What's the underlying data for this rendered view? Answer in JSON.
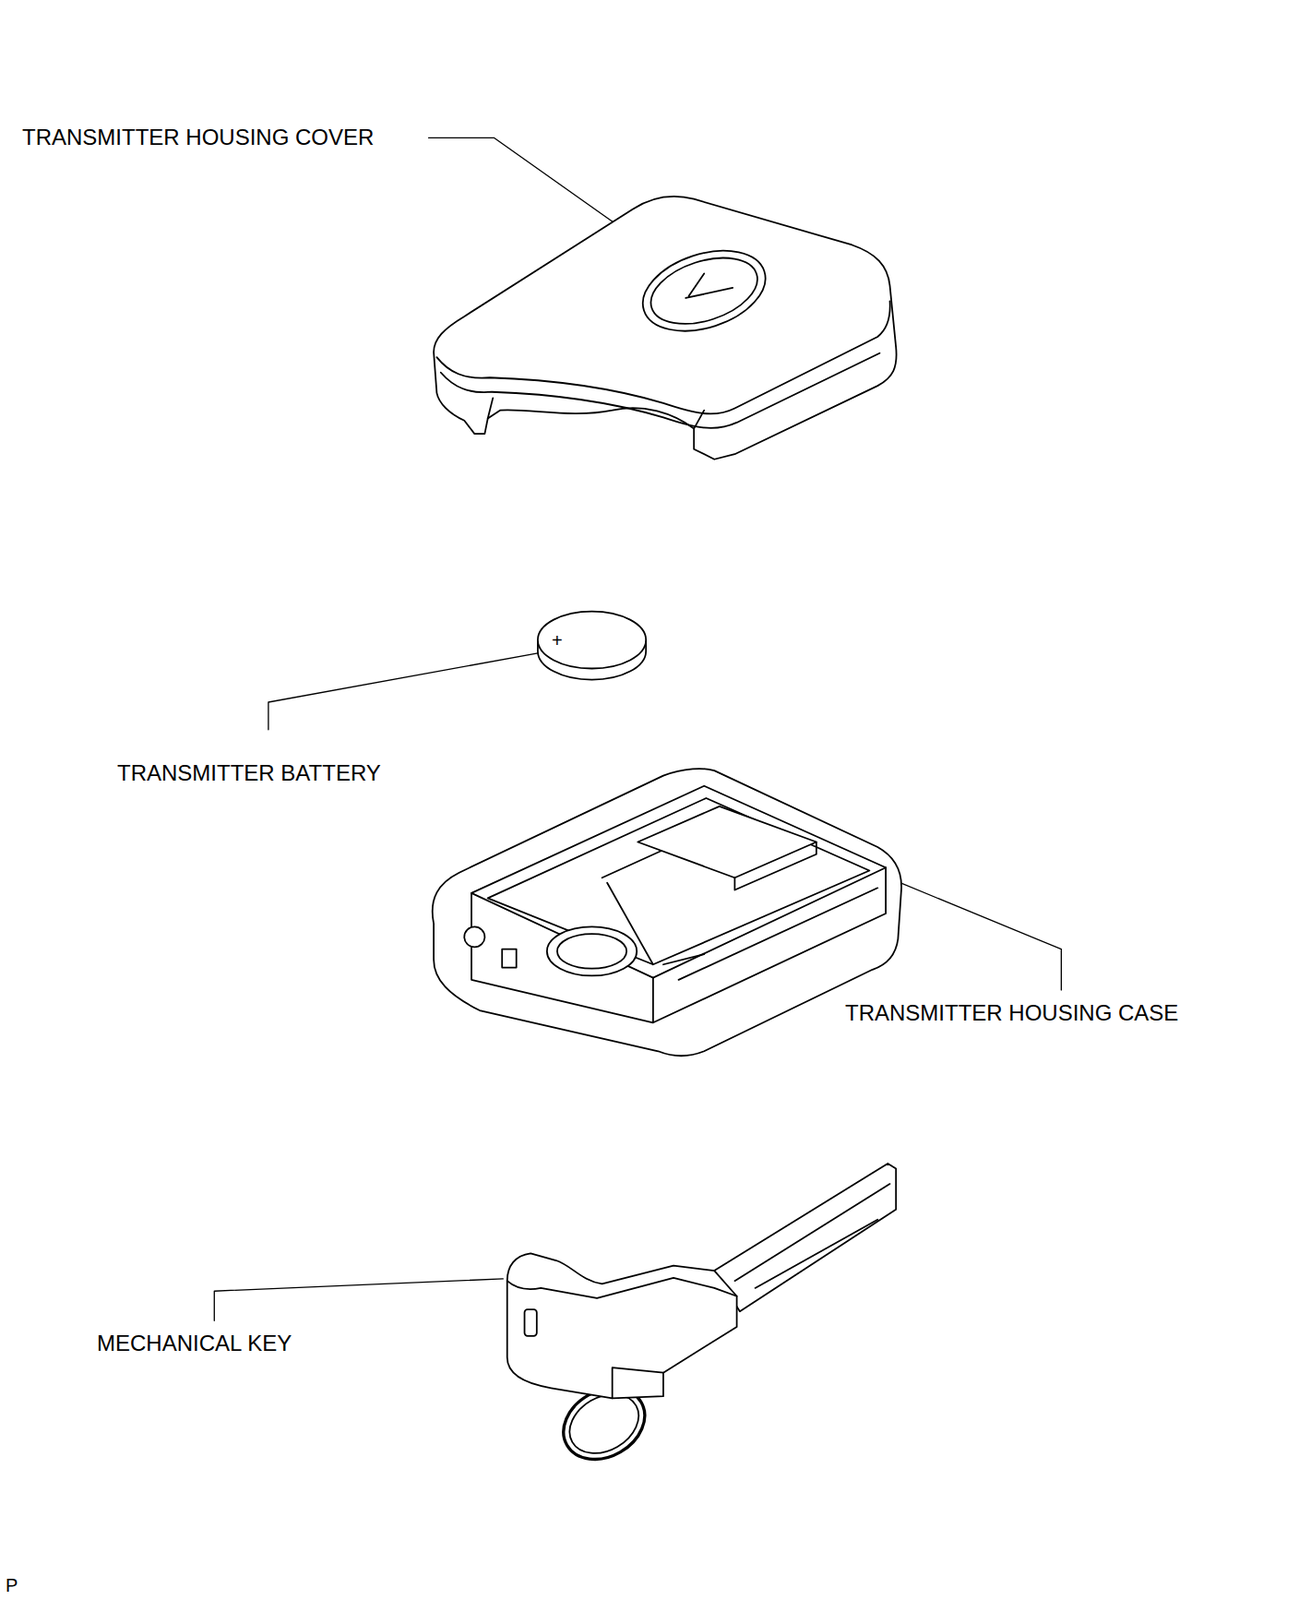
{
  "diagram": {
    "labels": [
      "TRANSMITTER HOUSING COVER",
      "TRANSMITTER BATTERY",
      "TRANSMITTER HOUSING CASE",
      "MECHANICAL KEY",
      "+",
      "P"
    ]
  }
}
